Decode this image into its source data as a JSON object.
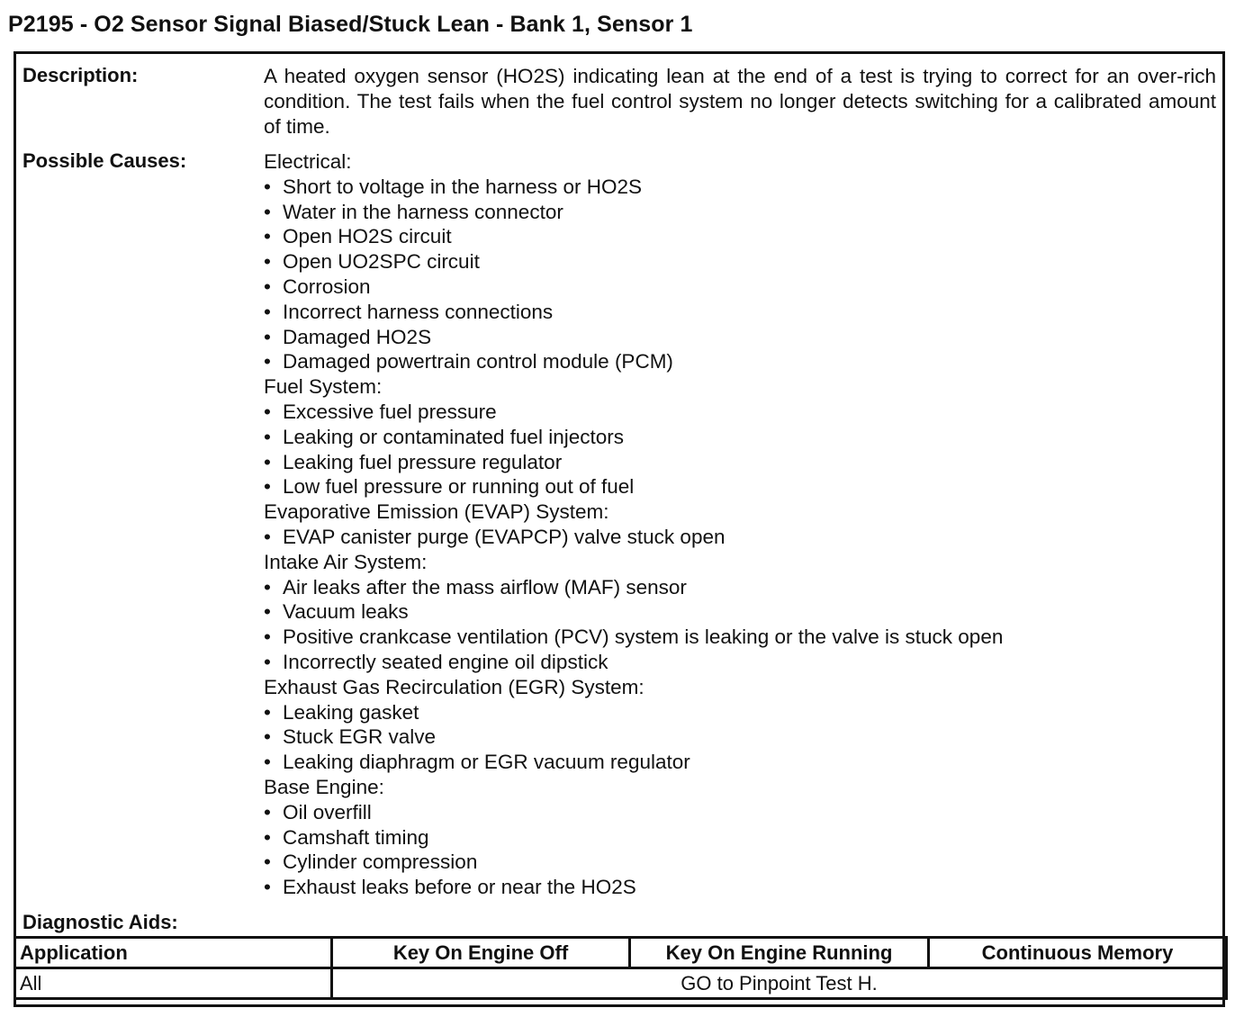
{
  "title": "P2195 - O2 Sensor Signal Biased/Stuck Lean - Bank 1, Sensor 1",
  "description": {
    "label": "Description:",
    "text": "A heated oxygen sensor (HO2S)  indicating lean at the end of a test is trying to correct for an over-rich condition. The test fails when the fuel control system no longer detects switching for a calibrated amount of time."
  },
  "possible_causes": {
    "label": "Possible Causes:",
    "lines": [
      {
        "type": "heading",
        "text": "Electrical:"
      },
      {
        "type": "item",
        "text": "Short to voltage in the harness or HO2S"
      },
      {
        "type": "item",
        "text": "Water in the harness connector"
      },
      {
        "type": "item",
        "text": "Open HO2S circuit"
      },
      {
        "type": "item",
        "text": "Open UO2SPC circuit"
      },
      {
        "type": "item",
        "text": "Corrosion"
      },
      {
        "type": "item",
        "text": "Incorrect harness connections"
      },
      {
        "type": "item",
        "text": "Damaged HO2S"
      },
      {
        "type": "item",
        "text": "Damaged powertrain control module (PCM)"
      },
      {
        "type": "heading",
        "text": "Fuel System:"
      },
      {
        "type": "item",
        "text": "Excessive fuel pressure"
      },
      {
        "type": "item",
        "text": "Leaking or contaminated fuel injectors"
      },
      {
        "type": "item",
        "text": "Leaking fuel pressure regulator"
      },
      {
        "type": "item",
        "text": "Low fuel pressure or running out of fuel"
      },
      {
        "type": "heading",
        "text": "Evaporative Emission (EVAP) System:"
      },
      {
        "type": "item",
        "text": "EVAP canister purge (EVAPCP) valve stuck open"
      },
      {
        "type": "heading",
        "text": "Intake Air System:"
      },
      {
        "type": "item",
        "text": "Air leaks after the mass airflow (MAF) sensor"
      },
      {
        "type": "item",
        "text": "Vacuum leaks"
      },
      {
        "type": "item",
        "text": "Positive crankcase ventilation (PCV) system is leaking or the valve is stuck open"
      },
      {
        "type": "item",
        "text": "Incorrectly seated engine oil dipstick"
      },
      {
        "type": "heading",
        "text": "Exhaust Gas Recirculation (EGR) System:"
      },
      {
        "type": "item",
        "text": "Leaking gasket"
      },
      {
        "type": "item",
        "text": "Stuck EGR valve"
      },
      {
        "type": "item",
        "text": "Leaking diaphragm or EGR vacuum regulator"
      },
      {
        "type": "heading",
        "text": "Base Engine:"
      },
      {
        "type": "item",
        "text": "Oil overfill"
      },
      {
        "type": "item",
        "text": "Camshaft timing"
      },
      {
        "type": "item",
        "text": "Cylinder compression"
      },
      {
        "type": "item",
        "text": "Exhaust leaks before or near the HO2S"
      }
    ]
  },
  "diagnostic_aids": {
    "label": "Diagnostic Aids:",
    "table": {
      "headers": [
        "Application",
        "Key On Engine Off",
        "Key On Engine Running",
        "Continuous Memory"
      ],
      "rows": [
        {
          "application": "All",
          "action": "GO to Pinpoint Test H."
        }
      ]
    }
  }
}
